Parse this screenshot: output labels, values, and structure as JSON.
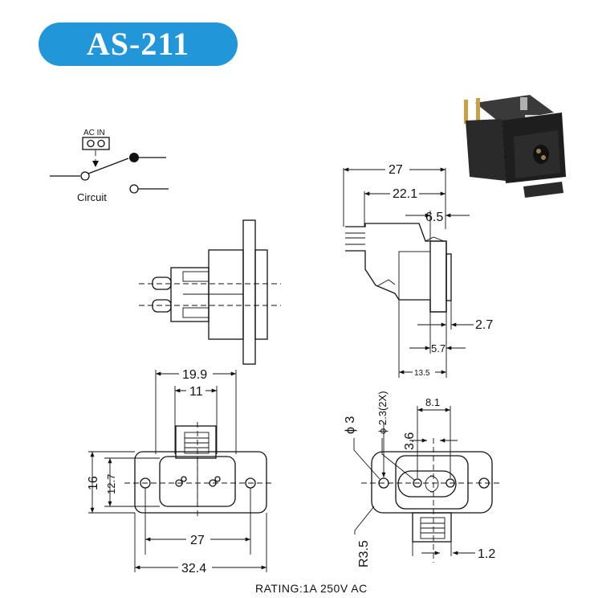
{
  "title": "AS-211",
  "circuit": {
    "input_label": "AC IN",
    "caption": "Circuit"
  },
  "dimensions": {
    "side_overall": "27",
    "side_body": "22.1",
    "side_flange": "6.5",
    "side_panel": "2.7",
    "side_depth": "5.7",
    "side_bottom": "13.5",
    "front_outer_width": "19.9",
    "front_inner_width": "11",
    "front_height": "16",
    "front_inner_height": "12.7",
    "front_hole_pitch": "27",
    "front_total_width": "32.4",
    "cutout_hole": "ϕ 3",
    "cutout_pin": "ϕ 2.3(2X)",
    "cutout_pin_pitch": "8.1",
    "cutout_offset": "3.6",
    "cutout_radius": "R3.5",
    "cutout_gap": "1.2"
  },
  "rating": "RATING:1A 250V AC",
  "colors": {
    "badge": "#2196d8",
    "badge_text": "#ffffff",
    "line": "#111111"
  }
}
